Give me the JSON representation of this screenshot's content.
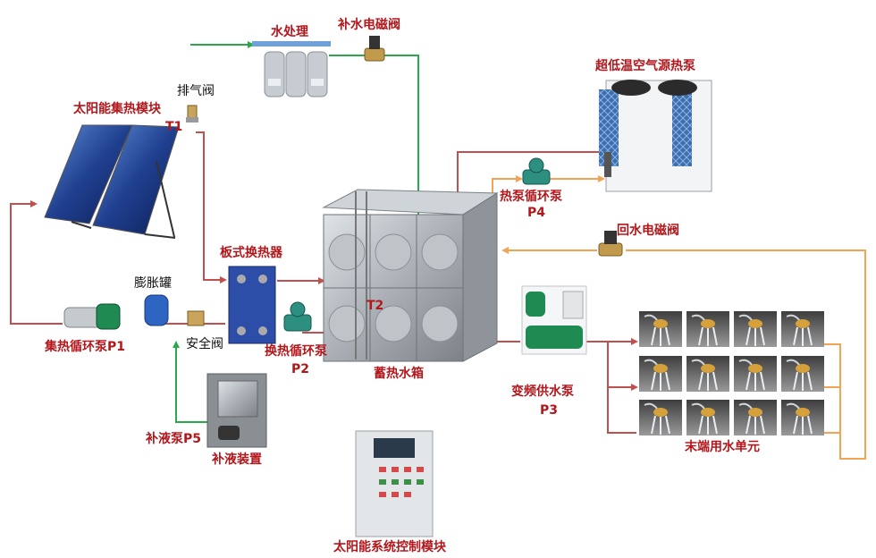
{
  "labels": {
    "water_treatment": "水处理",
    "makeup_solenoid": "补水电磁阀",
    "solar_module": "太阳能集热模块",
    "t1": "T1",
    "vent_valve": "排气阀",
    "heat_pump": "超低温空气源热泵",
    "heat_pump_pump": "热泵循环泵",
    "p4": "P4",
    "return_solenoid": "回水电磁阀",
    "plate_hx": "板式换热器",
    "expansion_tank": "膨胀罐",
    "t2": "T2",
    "collector_pump": "集热循环泵P1",
    "safety_valve": "安全阀",
    "hx_pump": "换热循环泵",
    "p2": "P2",
    "storage_tank": "蓄热水箱",
    "vfd_pump": "变频供水泵",
    "p3": "P3",
    "makeup_liquid_pump": "补液泵P5",
    "makeup_device": "补液装置",
    "terminal_units": "末端用水单元",
    "control_module": "太阳能系统控制模块"
  },
  "colors": {
    "label_red": "#b3161b",
    "pipe_red": "#c0504d",
    "pipe_green": "#2aa84a",
    "pipe_orange": "#f4a253",
    "steel": "#b9bec4"
  }
}
